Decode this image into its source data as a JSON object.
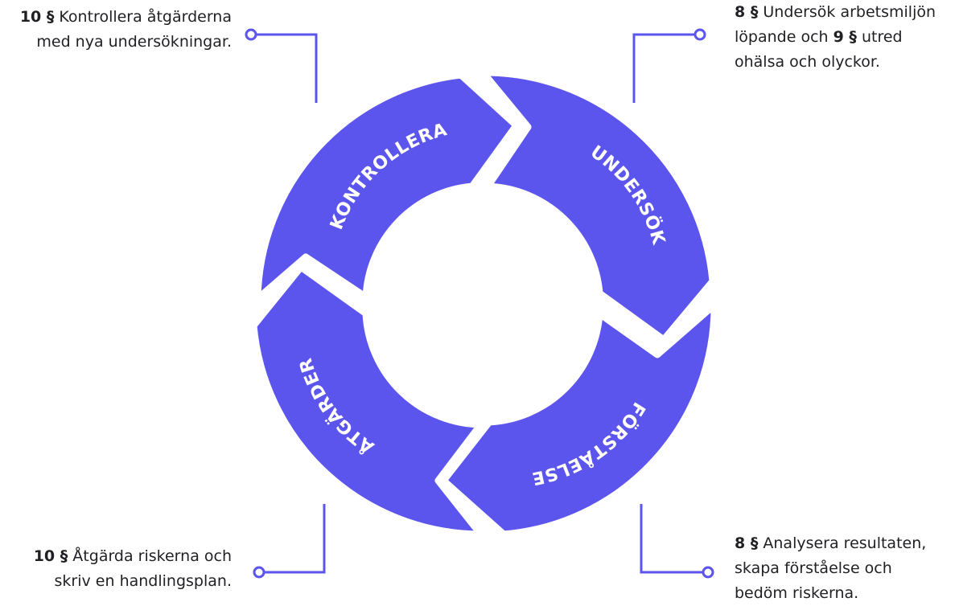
{
  "colors": {
    "segment": "#5b55ee",
    "connector": "#5b55ee",
    "text": "#1f1f24",
    "label": "#ffffff"
  },
  "cycle": {
    "kontrollera": "KONTROLLERA",
    "undersok": "UNDERSÖK",
    "forstaelse": "FÖRSTÅELSE",
    "atgarder": "ÅTGÄRDER"
  },
  "notes": {
    "top_left": {
      "line1_bold": "10 §",
      "line1_rest": " Kontrollera åtgärderna",
      "line2": "med nya undersökningar."
    },
    "top_right": {
      "line1_bold": "8 §",
      "line1_rest": " Undersök arbetsmiljön",
      "line2_pre": "löpande och ",
      "line2_bold": "9 §",
      "line2_rest": " utred",
      "line3": "ohälsa och olyckor."
    },
    "bottom_left": {
      "line1_bold": "10 §",
      "line1_rest": " Åtgärda riskerna och",
      "line2": "skriv en handlingsplan."
    },
    "bottom_right": {
      "line1_bold": "8 §",
      "line1_rest": " Analysera resultaten,",
      "line2": "skapa förståelse och",
      "line3": "bedöm riskerna."
    }
  }
}
